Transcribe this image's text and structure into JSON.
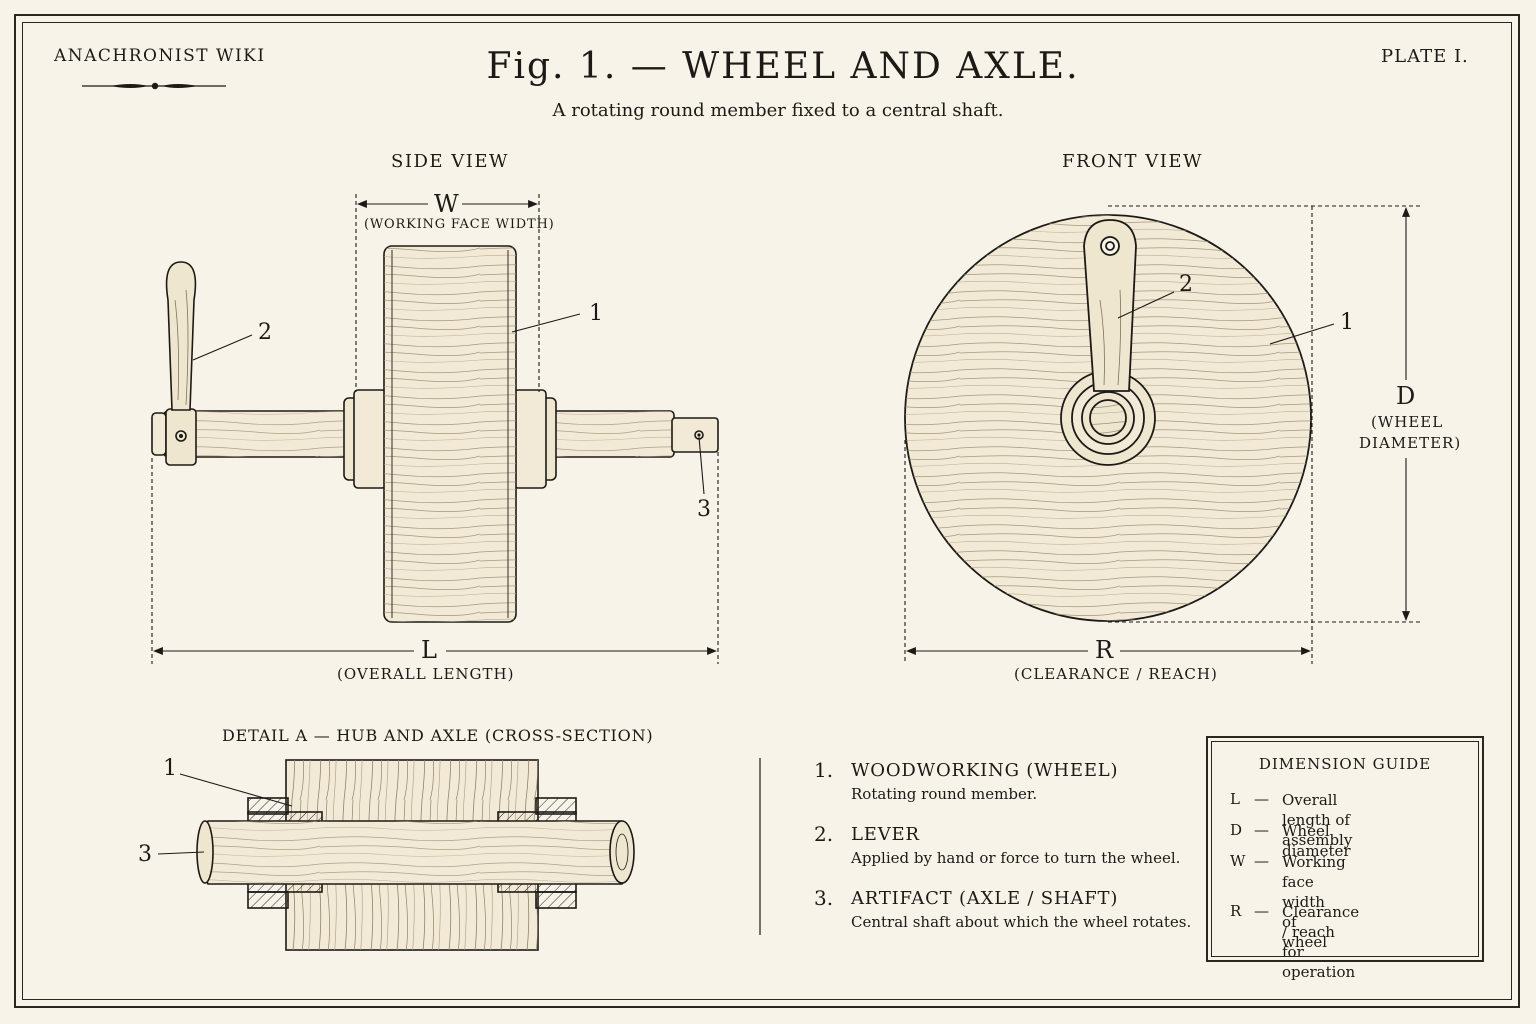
{
  "header": {
    "brand": "ANACHRONIST WIKI",
    "title": "Fig. 1. — WHEEL AND AXLE.",
    "subtitle": "A rotating round member fixed to a central shaft.",
    "plate": "PLATE I."
  },
  "side_view": {
    "label": "SIDE VIEW",
    "width_letter": "W",
    "width_caption": "(WORKING FACE WIDTH)",
    "length_letter": "L",
    "length_caption": "(OVERALL LENGTH)",
    "callouts": [
      "1",
      "2",
      "3"
    ]
  },
  "front_view": {
    "label": "FRONT VIEW",
    "diameter_letter": "D",
    "diameter_caption_1": "(WHEEL",
    "diameter_caption_2": "DIAMETER)",
    "reach_letter": "R",
    "reach_caption": "(CLEARANCE / REACH)",
    "callouts": [
      "1",
      "2"
    ]
  },
  "detail": {
    "title": "DETAIL A — HUB AND AXLE (CROSS-SECTION)",
    "callouts": [
      "1",
      "3"
    ]
  },
  "legend": [
    {
      "num": "1.",
      "name": "WOODWORKING (WHEEL)",
      "desc": "Rotating round member."
    },
    {
      "num": "2.",
      "name": "LEVER",
      "desc": "Applied by hand or force to turn the wheel."
    },
    {
      "num": "3.",
      "name": "ARTIFACT (AXLE / SHAFT)",
      "desc": "Central shaft about which the wheel rotates."
    }
  ],
  "dimension_guide": {
    "title": "DIMENSION GUIDE",
    "dash": "—",
    "rows": [
      {
        "key": "L",
        "line1": "Overall length of assembly",
        "line2": ""
      },
      {
        "key": "D",
        "line1": "Wheel diameter",
        "line2": ""
      },
      {
        "key": "W",
        "line1": "Working face width",
        "line2": "of wheel"
      },
      {
        "key": "R",
        "line1": "Clearance / reach",
        "line2": "for operation"
      }
    ]
  },
  "colors": {
    "paper": "#f7f3e8",
    "ink": "#1c1a17",
    "wood": "#f2ead6"
  }
}
